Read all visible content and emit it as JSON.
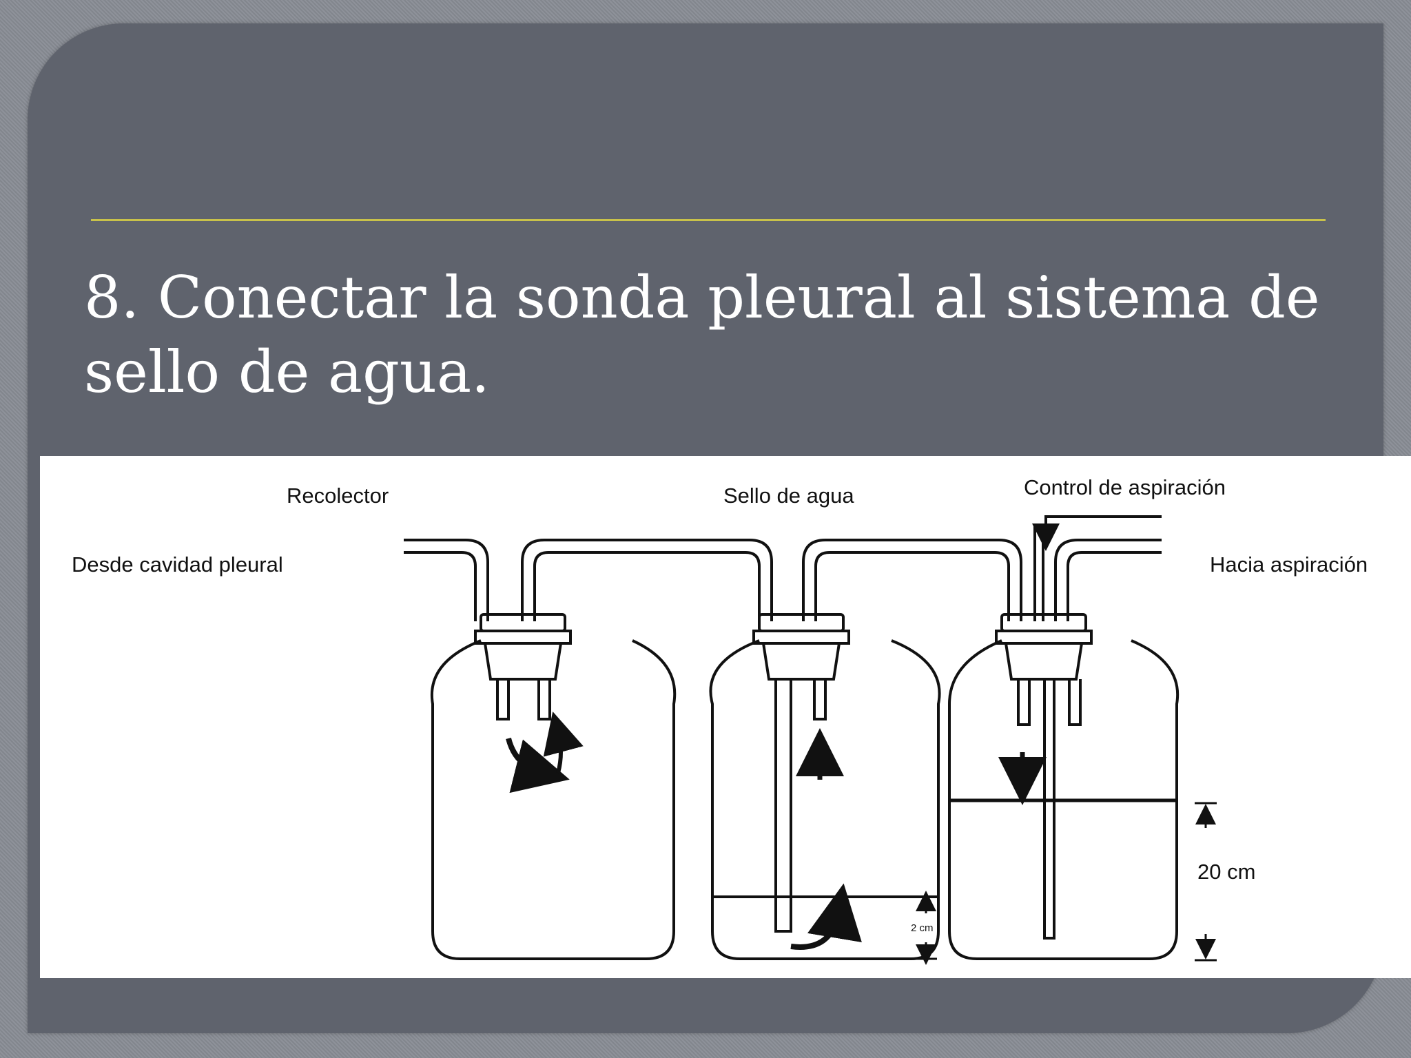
{
  "slide": {
    "title": "8. Conectar la sonda pleural al sistema de sello de agua."
  },
  "diagram": {
    "labels": {
      "recolector": "Recolector",
      "sello_de_agua": "Sello de agua",
      "control_de_aspiracion": "Control de aspiración",
      "desde_cavidad_pleural": "Desde cavidad pleural",
      "hacia_aspiracion": "Hacia aspiración",
      "depth_20cm": "20 cm",
      "depth_2cm": "2 cm"
    }
  }
}
